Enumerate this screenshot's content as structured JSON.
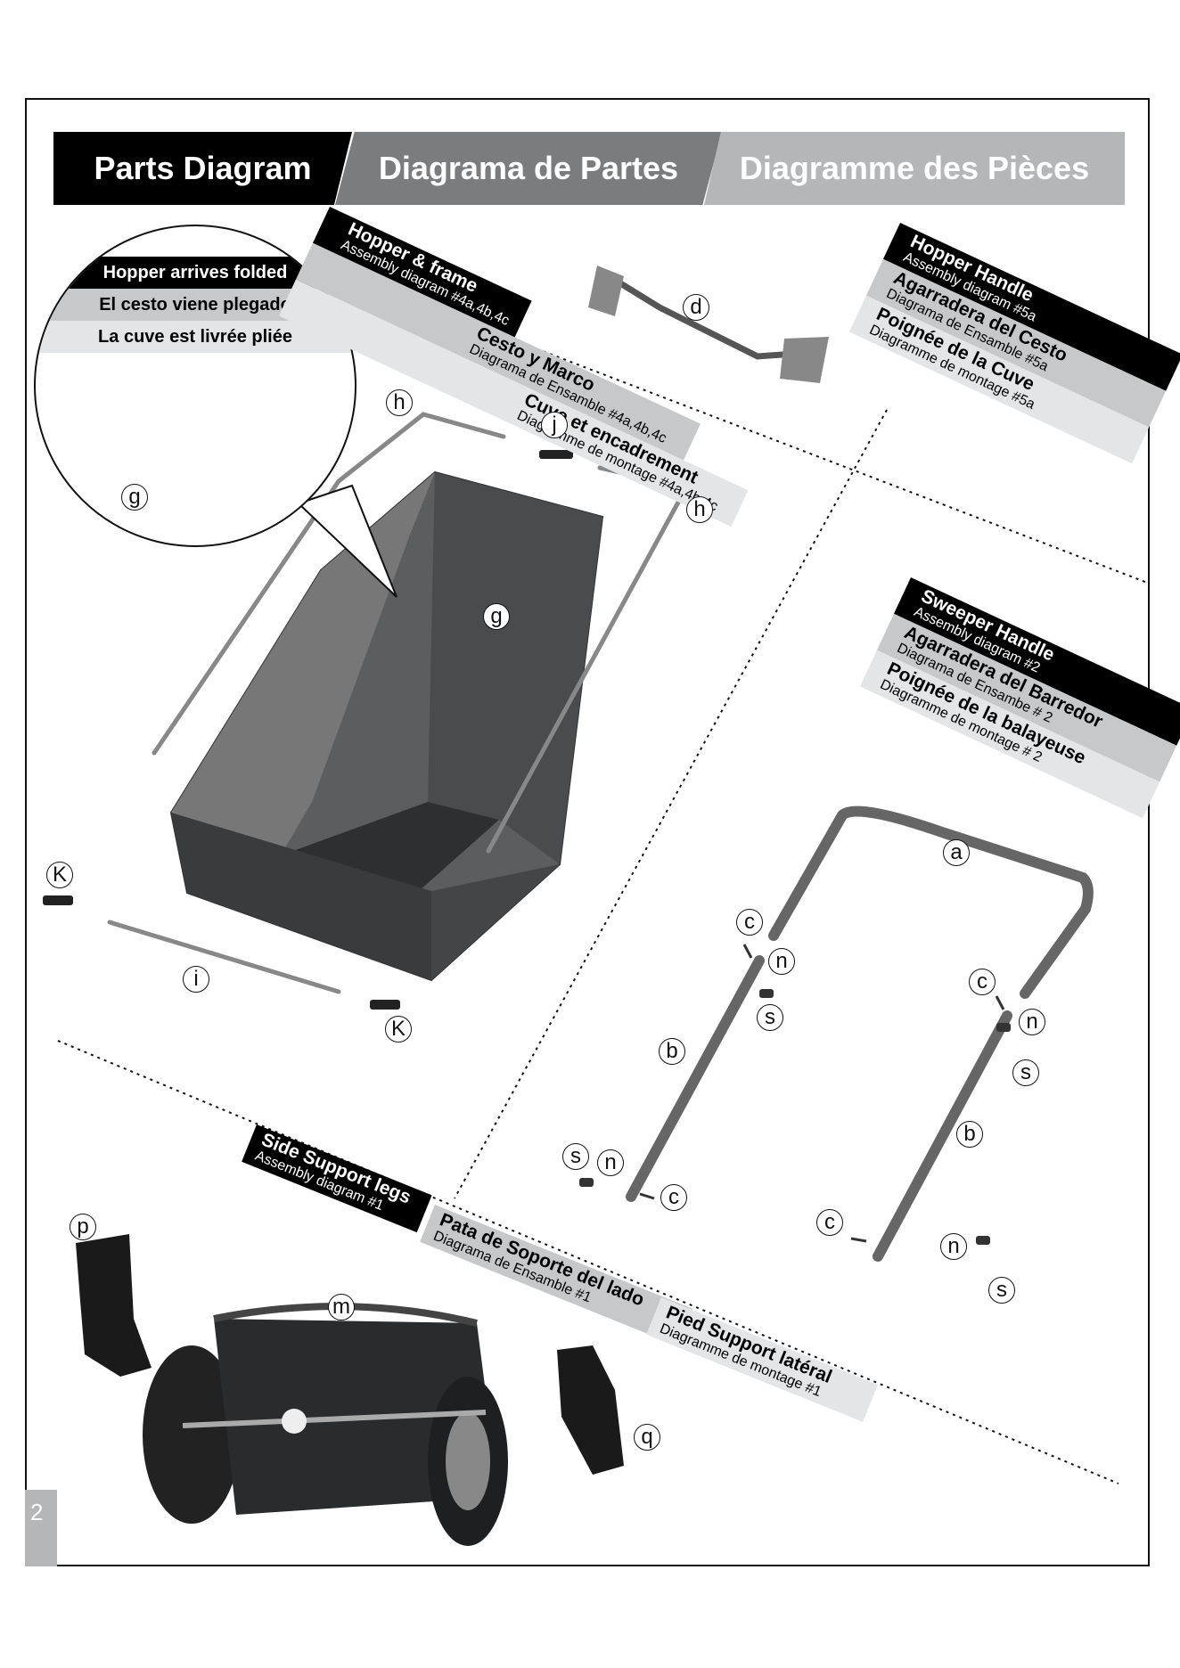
{
  "title": {
    "en": "Parts Diagram",
    "es": "Diagrama de Partes",
    "fr": "Diagramme des Pièces"
  },
  "hopper_note": {
    "en": "Hopper arrives folded",
    "es": "El cesto viene plegado",
    "fr": "La cuve est livrée pliée"
  },
  "sections": {
    "hopper_frame": {
      "en_title": "Hopper & frame",
      "en_sub": "Assembly diagram #4a,4b,4c",
      "es_title": "Cesto y Marco",
      "es_sub": "Diagrama de Ensamble #4a,4b,4c",
      "fr_title": "Cuve et encadrement",
      "fr_sub": "Diagramme de montage #4a,4b,4c"
    },
    "hopper_handle": {
      "en_title": "Hopper Handle",
      "en_sub": "Assembly diagram #5a",
      "es_title": "Agarradera del Cesto",
      "es_sub": "Diagrama de Ensamble #5a",
      "fr_title": "Poignée de la Cuve",
      "fr_sub": "Diagramme de montage #5a"
    },
    "sweeper_handle": {
      "en_title": "Sweeper Handle",
      "en_sub": "Assembly diagram #2",
      "es_title": "Agarradera del Barredor",
      "es_sub": "Diagrama de Ensambe # 2",
      "fr_title": "Poignée de la balayeuse",
      "fr_sub": "Diagramme de montage # 2"
    },
    "side_support": {
      "en_title": "Side Support legs",
      "en_sub": "Assembly diagram #1",
      "es_title": "Pata de Soporte del lado",
      "es_sub": "Diagrama de Ensamble #1",
      "fr_title": "Pied Support latéral",
      "fr_sub": "Diagramme de montage #1"
    }
  },
  "part_labels": {
    "a": "a",
    "b1": "b",
    "b2": "b",
    "c1": "c",
    "c2": "c",
    "c3": "c",
    "c4": "c",
    "d": "d",
    "g1": "g",
    "g2": "g",
    "h1": "h",
    "h2": "h",
    "i": "i",
    "j": "j",
    "k1": "K",
    "k2": "K",
    "m": "m",
    "n1": "n",
    "n2": "n",
    "n3": "n",
    "n4": "n",
    "p": "p",
    "q": "q",
    "s1": "s",
    "s2": "s",
    "s3": "s",
    "s4": "s"
  },
  "page_number": "2",
  "colors": {
    "black": "#000000",
    "dark_gray": "#7b7c7e",
    "light_gray": "#b5b6b8"
  }
}
